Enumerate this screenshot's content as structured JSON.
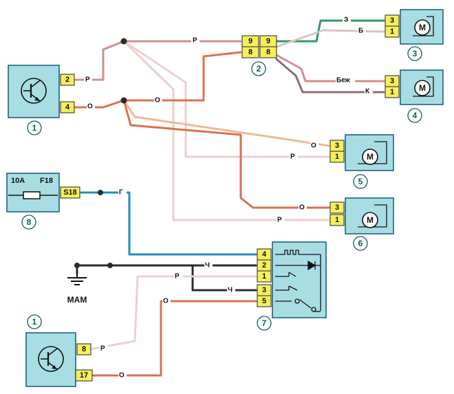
{
  "colors": {
    "pink": "#cf8f8f",
    "pink_light": "#ead0d0",
    "orange": "#d9714f",
    "orange_light": "#f3b69a",
    "green": "#2f9a60",
    "blue": "#1f8fb6",
    "black": "#2b2b2b",
    "component_fill": "#a9dde4",
    "pin_fill": "#f6ef5c"
  },
  "icons": {
    "transistor": "transistor-symbol",
    "motor": "motor-symbol",
    "fuse": "fuse-symbol",
    "relay": "relay-symbol",
    "ground": "ground-symbol"
  },
  "components": {
    "c1_top": {
      "number": "1",
      "pins": [
        "2",
        "4"
      ]
    },
    "c2": {
      "number": "2",
      "pins": [
        "9",
        "9",
        "8",
        "8"
      ]
    },
    "c3": {
      "number": "3",
      "pins": [
        "3",
        "1"
      ],
      "motor": "M"
    },
    "c4": {
      "number": "4",
      "pins": [
        "3",
        "1"
      ],
      "motor": "M"
    },
    "c5": {
      "number": "5",
      "pins": [
        "3",
        "1"
      ],
      "motor": "M"
    },
    "c6": {
      "number": "6",
      "pins": [
        "3",
        "1"
      ],
      "motor": "M"
    },
    "c7": {
      "number": "7",
      "pins": [
        "4",
        "2",
        "1",
        "3",
        "5"
      ]
    },
    "c8": {
      "number": "8",
      "rating": "10A",
      "fuse_id": "F18",
      "pin": "S18"
    },
    "c1_bottom": {
      "number": "1",
      "pins": [
        "8",
        "17"
      ]
    }
  },
  "wire_labels": {
    "p": "Р",
    "o": "О",
    "z": "З",
    "b": "Б",
    "bezh": "Беж",
    "k": "К",
    "g": "Г",
    "ch": "Ч"
  },
  "ground_label": "МАМ"
}
